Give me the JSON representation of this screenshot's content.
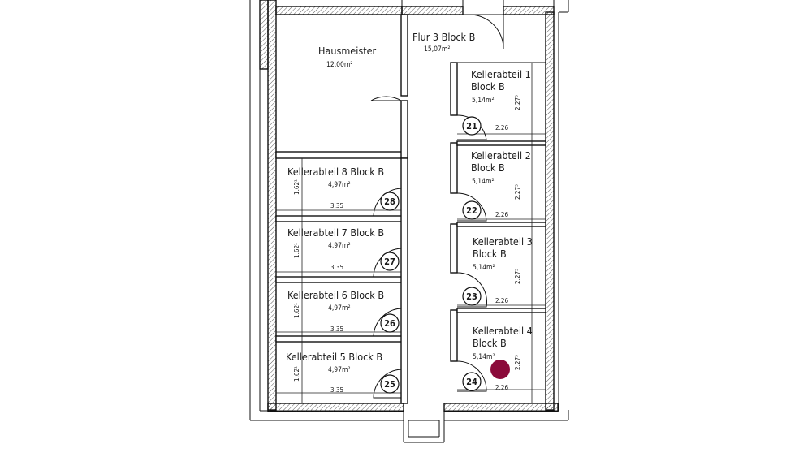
{
  "rooms": {
    "hausmeister": {
      "name": "Hausmeister",
      "area": "12,00m²"
    },
    "flur": {
      "name": "Flur 3 Block B",
      "area": "15,07m²"
    },
    "k1": {
      "line1": "Kellerabteil 1",
      "line2": "Block B",
      "area": "5,14m²",
      "width": "2.26",
      "height": "2.27⁵",
      "door": "21"
    },
    "k2": {
      "line1": "Kellerabteil 2",
      "line2": "Block B",
      "area": "5,14m²",
      "width": "2.26",
      "height": "2.27⁵",
      "door": "22"
    },
    "k3": {
      "line1": "Kellerabteil 3",
      "line2": "Block B",
      "area": "5,14m²",
      "width": "2.26",
      "height": "2.27⁵",
      "door": "23"
    },
    "k4": {
      "line1": "Kellerabteil 4",
      "line2": "Block B",
      "area": "5,14m²",
      "width": "2.26",
      "height": "2.27⁵",
      "door": "24"
    },
    "k5": {
      "name": "Kellerabteil 5 Block B",
      "area": "4,97m²",
      "width": "3.35",
      "height": "1.62¹",
      "door": "25"
    },
    "k6": {
      "name": "Kellerabteil 6 Block B",
      "area": "4,97m²",
      "width": "3.35",
      "height": "1.62¹",
      "door": "26"
    },
    "k7": {
      "name": "Kellerabteil 7 Block B",
      "area": "4,97m²",
      "width": "3.35",
      "height": "1.62¹",
      "door": "27"
    },
    "k8": {
      "name": "Kellerabteil 8 Block B",
      "area": "4,97m²",
      "width": "3.35",
      "height": "1.62¹",
      "door": "28"
    }
  },
  "marker": {
    "color": "#8b0a3a"
  },
  "colors": {
    "wall_line": "#111111",
    "background": "#ffffff"
  }
}
